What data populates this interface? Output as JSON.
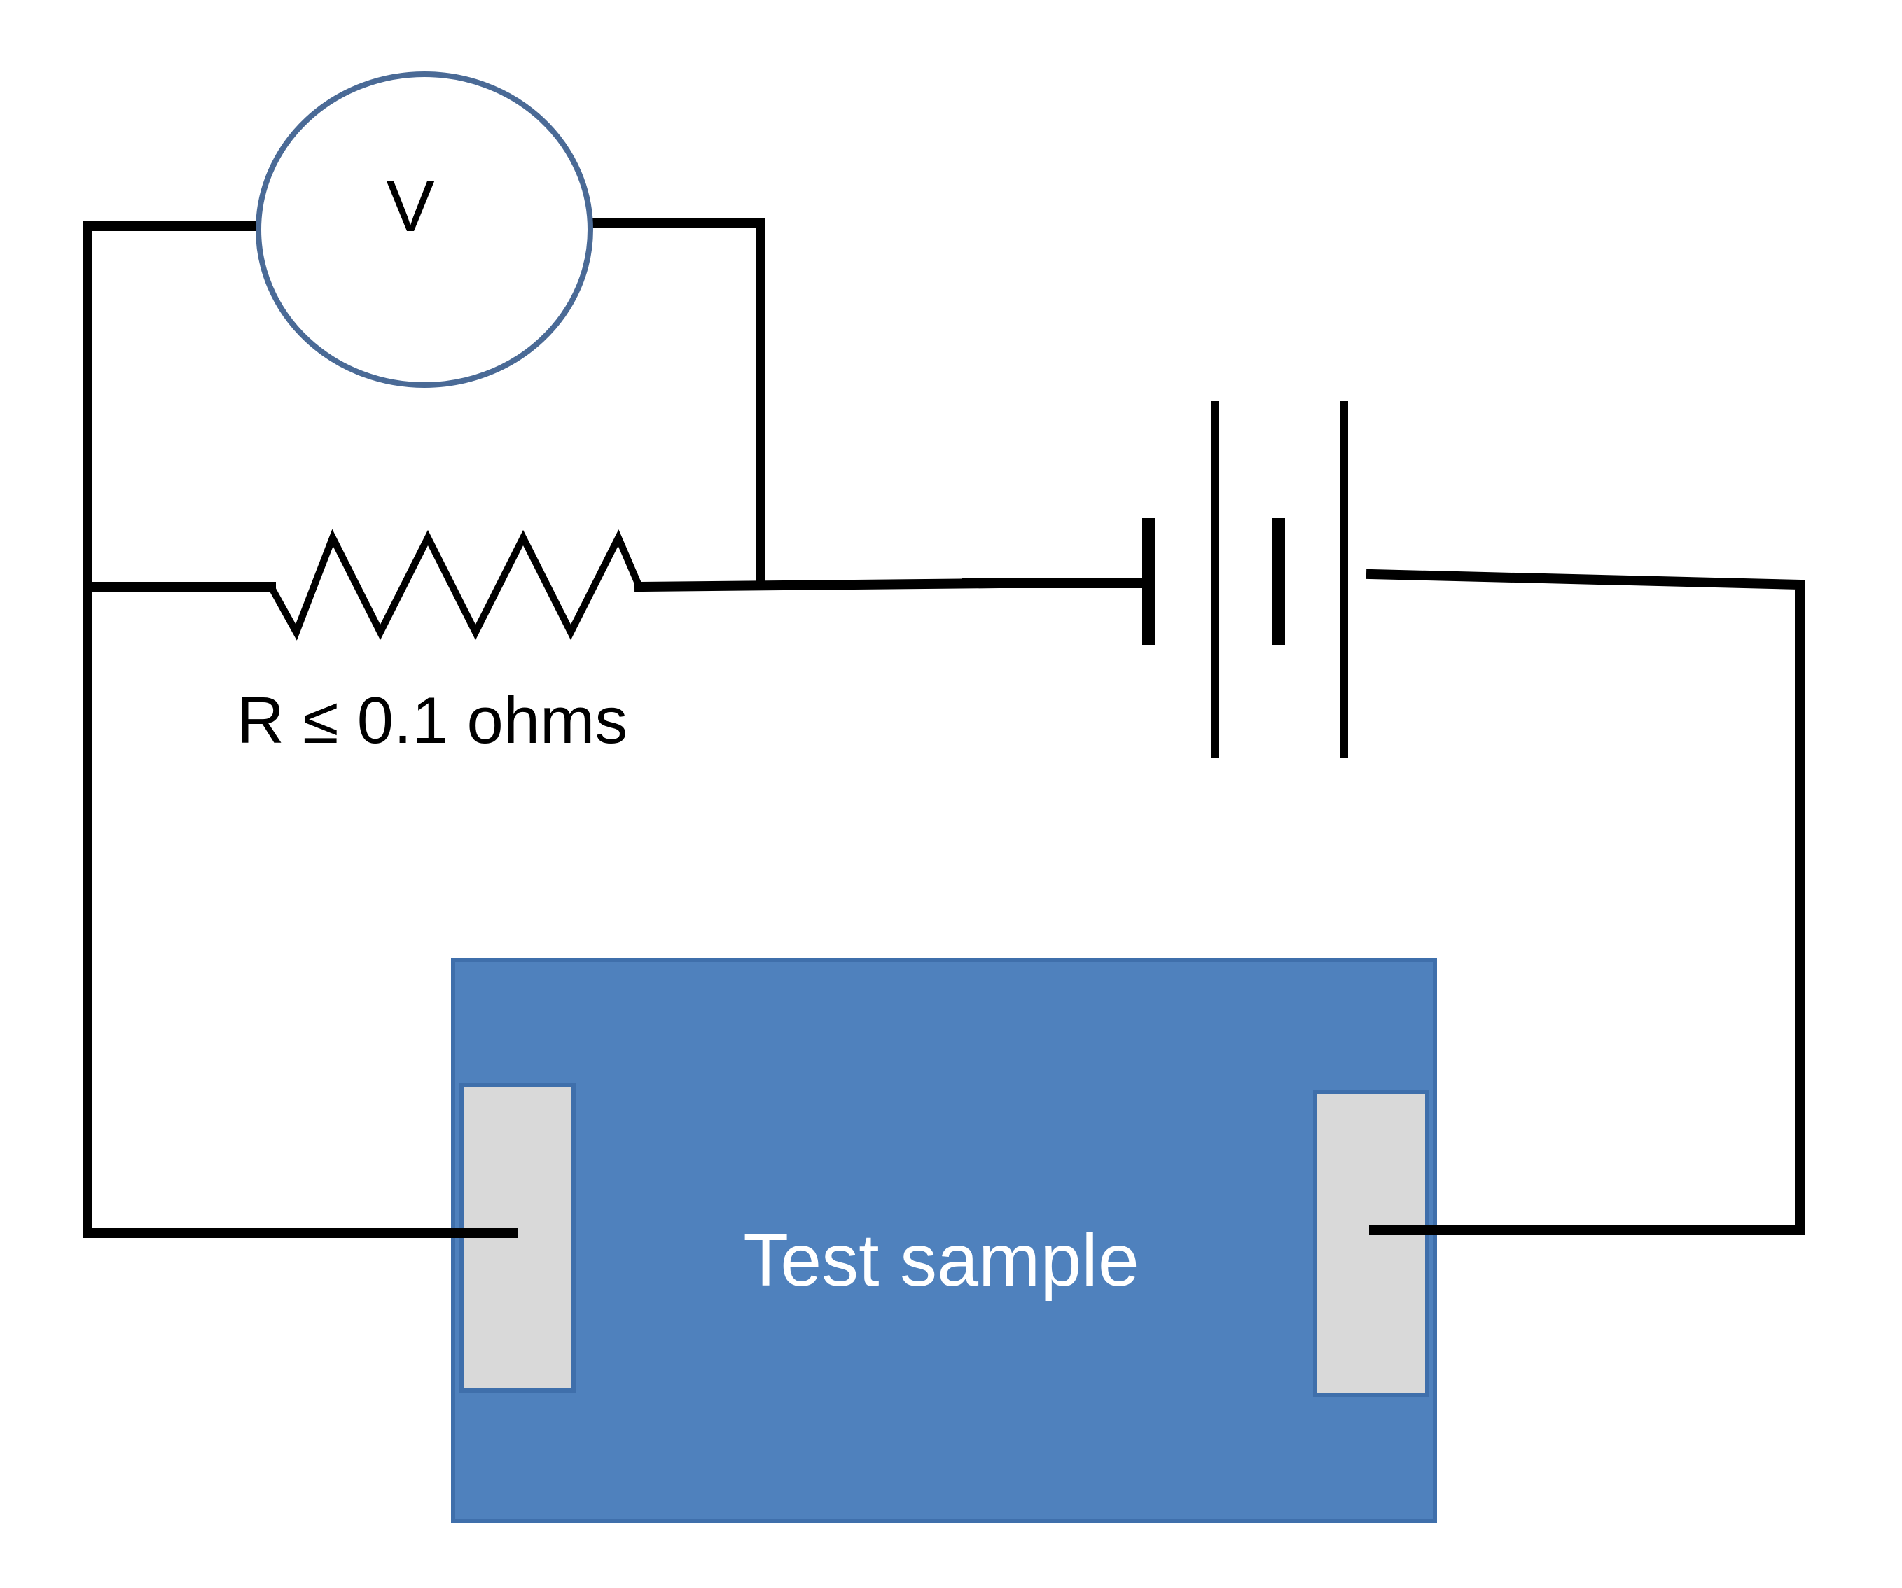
{
  "voltmeter": {
    "label": "V"
  },
  "resistor": {
    "label": "R ≤ 0.1 ohms"
  },
  "sample": {
    "label": "Test sample"
  },
  "colors": {
    "wire": "#000000",
    "voltmeter_outline": "#4a6a96",
    "sample_fill": "#4f81bd",
    "sample_border": "#3f6fab",
    "electrode_fill": "#d9d9d9",
    "sample_text": "#ffffff"
  }
}
